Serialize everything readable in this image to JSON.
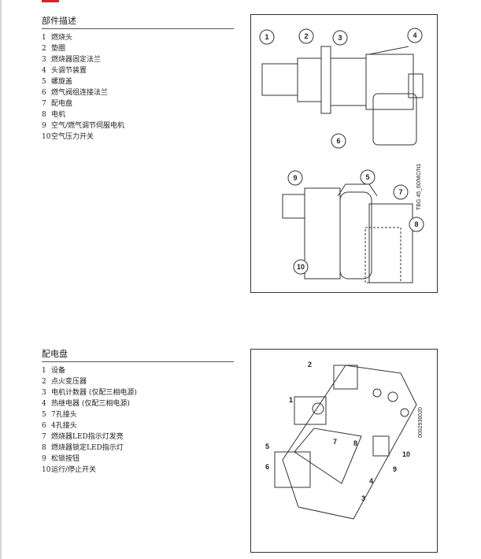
{
  "section1": {
    "title": "部件描述",
    "items": [
      {
        "n": "1",
        "label": "燃烧头"
      },
      {
        "n": "2",
        "label": "垫圈"
      },
      {
        "n": "3",
        "label": "燃烧器固定法兰"
      },
      {
        "n": "4",
        "label": "头调节装置"
      },
      {
        "n": "5",
        "label": "螺旋盖"
      },
      {
        "n": "6",
        "label": "燃气阀组连接法兰"
      },
      {
        "n": "7",
        "label": "配电盘"
      },
      {
        "n": "8",
        "label": "电机"
      },
      {
        "n": "9",
        "label": "空气/燃气调节伺服电机"
      },
      {
        "n": "10",
        "label": "空气压力开关"
      }
    ],
    "figure_code": "TBG 45_60/MC/N1",
    "callouts": [
      "1",
      "2",
      "3",
      "4",
      "5",
      "6",
      "7",
      "8",
      "9",
      "10"
    ]
  },
  "section2": {
    "title": "配电盘",
    "items": [
      {
        "n": "1",
        "label": "设备"
      },
      {
        "n": "2",
        "label": "点火变压器"
      },
      {
        "n": "3",
        "label": "电机计数器 (仅配三相电源)"
      },
      {
        "n": "4",
        "label": "热继电器 (仅配三相电源)"
      },
      {
        "n": "5",
        "label": "7孔接头"
      },
      {
        "n": "6",
        "label": "4孔接头"
      },
      {
        "n": "7",
        "label": "燃烧器LED指示灯发亮"
      },
      {
        "n": "8",
        "label": "燃烧器锁定LED指示灯"
      },
      {
        "n": "9",
        "label": "松锁按钮"
      },
      {
        "n": "10",
        "label": "运行/停止开关"
      }
    ],
    "figure_code": "0002936020",
    "callouts": [
      "1",
      "2",
      "3",
      "4",
      "5",
      "6",
      "7",
      "8",
      "9",
      "10"
    ]
  }
}
